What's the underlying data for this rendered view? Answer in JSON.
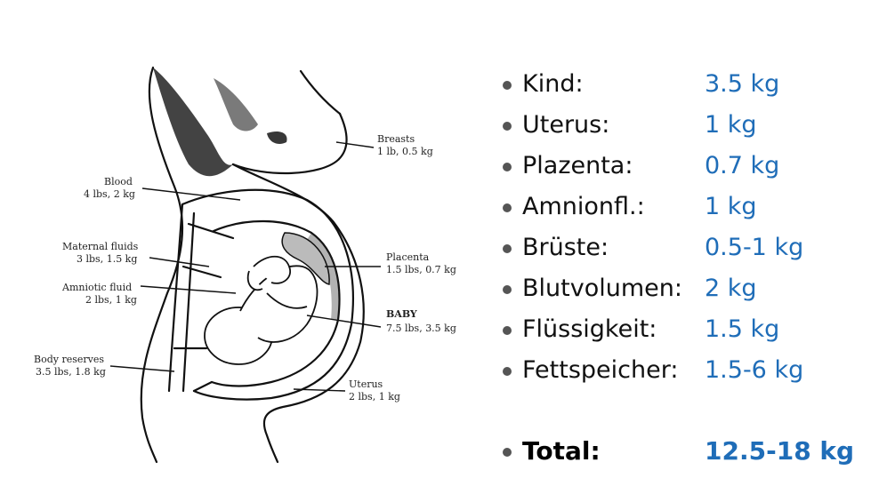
{
  "diagram": {
    "labels": {
      "breasts": [
        "Breasts",
        "1 lb, 0.5 kg"
      ],
      "blood": [
        "Blood",
        "4 lbs, 2 kg"
      ],
      "maternal_fluids": [
        "Maternal fluids",
        "3 lbs, 1.5 kg"
      ],
      "amniotic_fluid": [
        "Amniotic fluid",
        "2 lbs, 1 kg"
      ],
      "body_reserves": [
        "Body reserves",
        "3.5 lbs, 1.8 kg"
      ],
      "placenta": [
        "Placenta",
        "1.5 lbs, 0.7 kg"
      ],
      "baby": [
        "BABY",
        "7.5 lbs, 3.5 kg"
      ],
      "uterus": [
        "Uterus",
        "2 lbs, 1 kg"
      ]
    }
  },
  "list": {
    "items": [
      {
        "name": "Kind:",
        "value": "3.5 kg"
      },
      {
        "name": "Uterus:",
        "value": "1 kg"
      },
      {
        "name": "Plazenta:",
        "value": "0.7 kg"
      },
      {
        "name": "Amnionfl.:",
        "value": "1 kg"
      },
      {
        "name": "Brüste:",
        "value": "0.5-1 kg"
      },
      {
        "name": "Blutvolumen:",
        "value": "2 kg"
      },
      {
        "name": "Flüssigkeit:",
        "value": "1.5 kg"
      },
      {
        "name": "Fettspeicher:",
        "value": "1.5-6 kg"
      }
    ],
    "total": {
      "name": "Total:",
      "value": "12.5-18 kg"
    }
  },
  "colors": {
    "value_blue": "#1f6db8",
    "text": "#111111",
    "bullet": "#555555"
  },
  "icons": {
    "bullet": "bullet-dot-icon"
  }
}
